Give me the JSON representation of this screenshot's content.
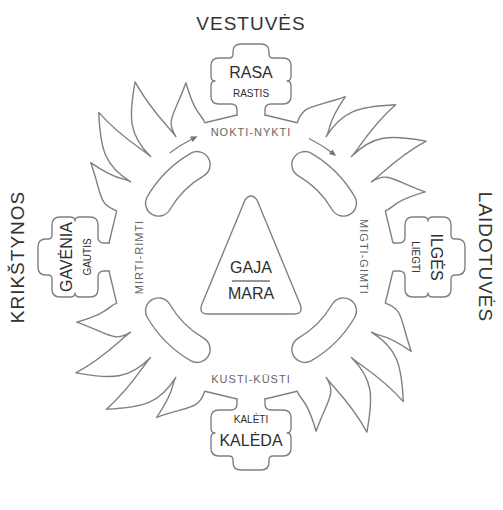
{
  "diagram": {
    "nodes": [
      {
        "text": [
          "VESTUVĖS",
          "RASA",
          "RASTIS"
        ]
      },
      {
        "text": [
          "KRIKŠTYNOS",
          "GAVĖNIA",
          "GAUTIS"
        ]
      },
      {
        "text": [
          "GAJA",
          "MARA"
        ]
      },
      {
        "text": [
          "LAIDOTUVĖS",
          "ILGĖS",
          "LIEGTI"
        ]
      },
      {
        "text": [
          "KALĖTI",
          "KALĖDA"
        ]
      }
    ],
    "labels": [
      "NOKTI-NYKTI",
      "MIRTI-RIMTI",
      "MIGTI-GIMTI",
      "KUSTI-KŪSTI"
    ]
  }
}
